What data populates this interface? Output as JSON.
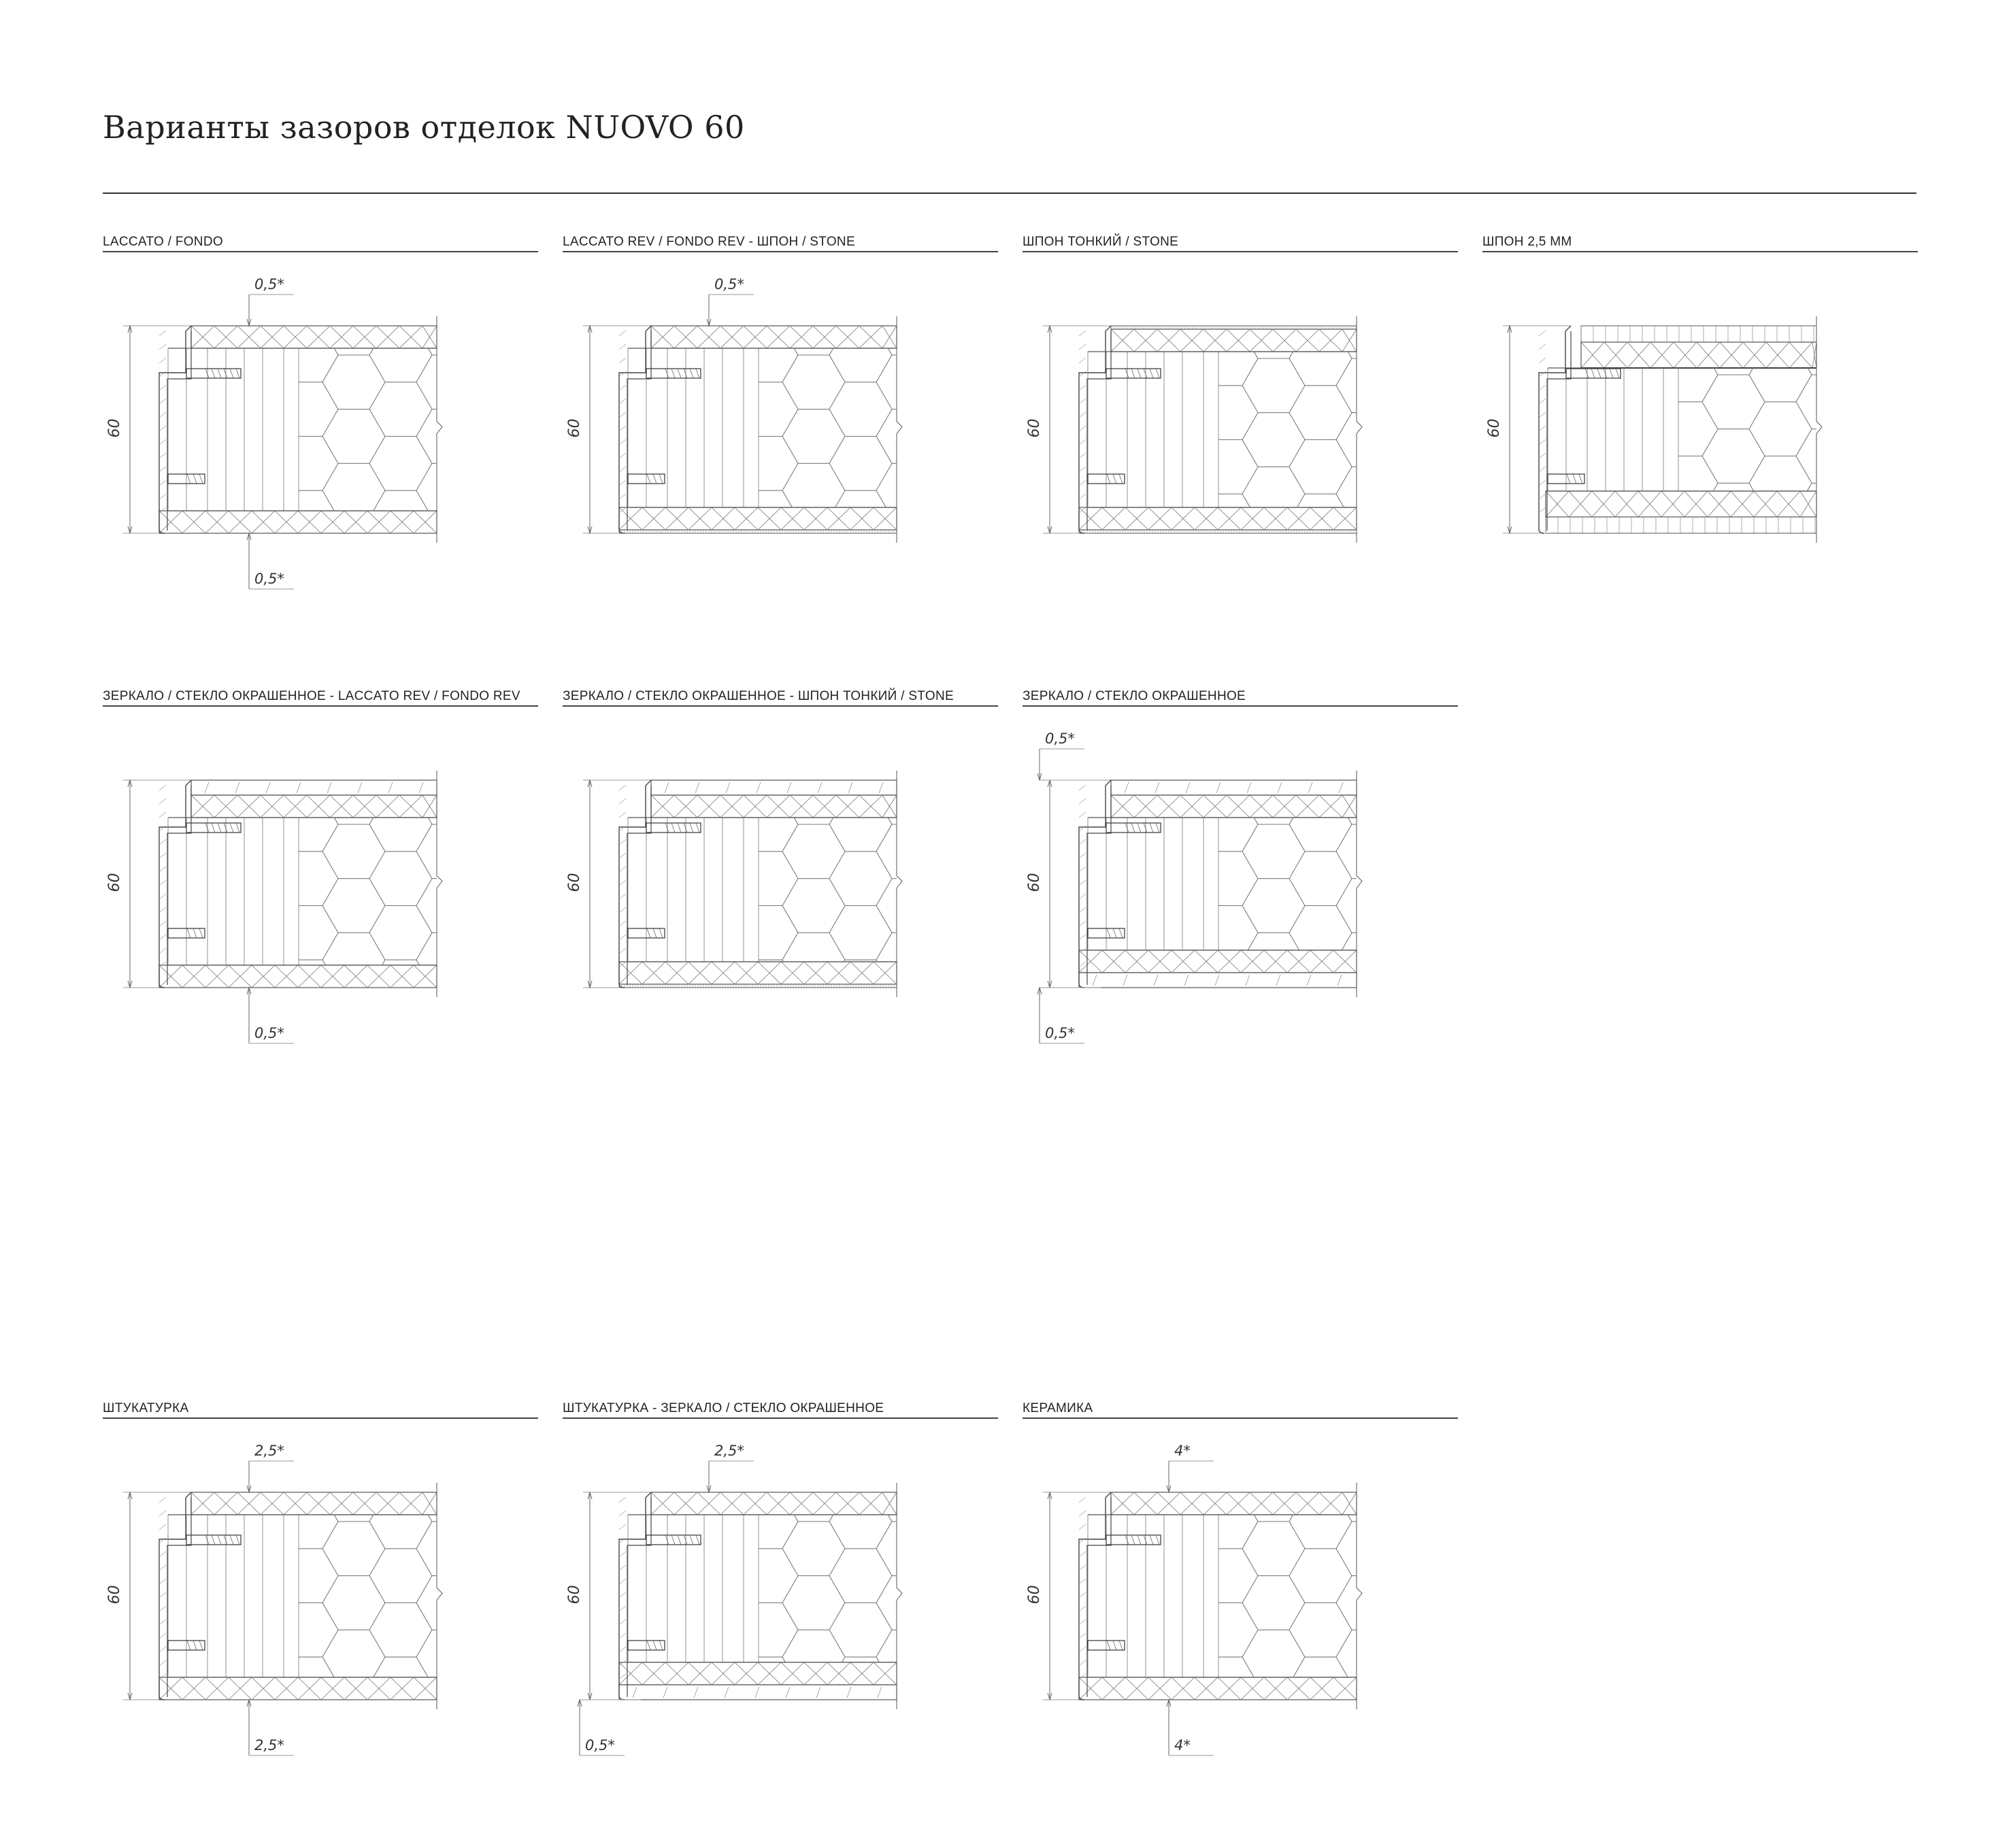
{
  "title": "Варианты зазоров отделок NUOVO 60",
  "sections": [
    {
      "label": "LACCATO / FONDO",
      "height_dim": "60",
      "top_gap": "0,5*",
      "bottom_gap": "0,5*",
      "variant": "laccato"
    },
    {
      "label": "LACCATO REV / FONDO REV - ШПОН / STONE",
      "height_dim": "60",
      "top_gap": "0,5*",
      "bottom_gap": null,
      "variant": "veneer-bottom"
    },
    {
      "label": "ШПОН ТОНКИЙ / STONE",
      "height_dim": "60",
      "top_gap": null,
      "bottom_gap": null,
      "variant": "veneer-both"
    },
    {
      "label": "ШПОН 2,5 ММ",
      "height_dim": "60",
      "top_gap": null,
      "bottom_gap": null,
      "variant": "veneer-thick"
    },
    {
      "label": "ЗЕРКАЛО / СТЕКЛО ОКРАШЕННОЕ - LACCATO REV / FONDO REV",
      "height_dim": "60",
      "top_gap": null,
      "bottom_gap": "0,5*",
      "variant": "glass-top"
    },
    {
      "label": "ЗЕРКАЛО / СТЕКЛО ОКРАШЕННОЕ - ШПОН ТОНКИЙ / STONE",
      "height_dim": "60",
      "top_gap": null,
      "bottom_gap": null,
      "variant": "glass-veneer"
    },
    {
      "label": "ЗЕРКАЛО / СТЕКЛО ОКРАШЕННОЕ",
      "height_dim": "60",
      "top_gap": "0,5*",
      "bottom_gap": "0,5*",
      "gap_side": "left",
      "variant": "glass-both"
    },
    {
      "label": "ШТУКАТУРКА",
      "height_dim": "60",
      "top_gap": "2,5*",
      "bottom_gap": "2,5*",
      "variant": "plaster"
    },
    {
      "label": "ШТУКАТУРКА - ЗЕРКАЛО / СТЕКЛО ОКРАШЕННОЕ",
      "height_dim": "60",
      "top_gap": "2,5*",
      "bottom_gap": "0,5*",
      "bottom_side": "left",
      "variant": "plaster-glass"
    },
    {
      "label": "КЕРАМИКА",
      "height_dim": "60",
      "top_gap": "4*",
      "bottom_gap": "4*",
      "variant": "ceramic"
    }
  ]
}
